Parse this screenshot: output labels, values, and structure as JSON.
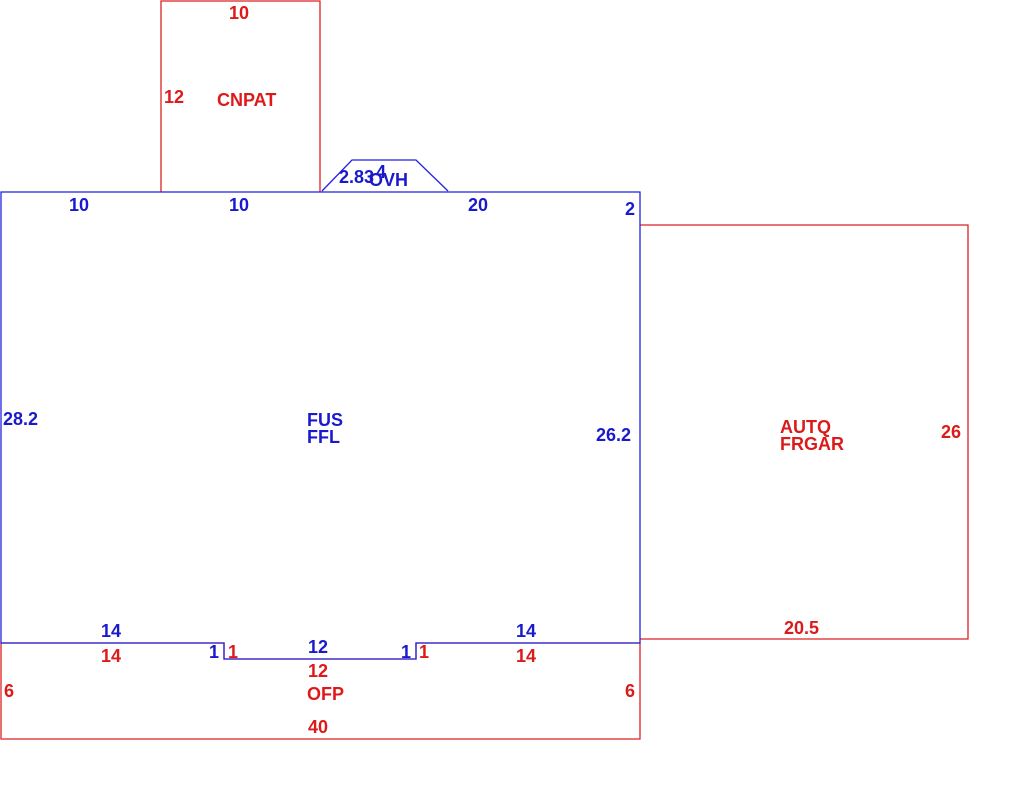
{
  "colors": {
    "main": "#2222dd",
    "addition": "#dd2222"
  },
  "areas": {
    "main": {
      "line1": "FUS",
      "line2": "FFL"
    },
    "garage": {
      "line1": "AUTQ",
      "line2": "FRGAR"
    },
    "patio": {
      "label": "CNPAT"
    },
    "porch": {
      "label": "OFP"
    },
    "overhang": {
      "label": "OVH"
    }
  },
  "dimensions": {
    "patio_top": "10",
    "patio_left": "12",
    "main_top_left": "10",
    "main_top_mid": "10",
    "main_top_right": "20",
    "main_right_jog": "2",
    "main_left": "28.2",
    "main_right": "26.2",
    "ovh_left": "2.83",
    "ovh_top": "4",
    "main_bottom_left": "14",
    "main_bottom_mid": "12",
    "main_bottom_right": "14",
    "main_notch_left": "1",
    "main_notch_right": "1",
    "porch_top_left": "14",
    "porch_notch_left": "1",
    "porch_top_mid": "12",
    "porch_notch_right": "1",
    "porch_top_right": "14",
    "porch_left": "6",
    "porch_right": "6",
    "porch_bottom": "40",
    "garage_right": "26",
    "garage_bottom": "20.5"
  }
}
